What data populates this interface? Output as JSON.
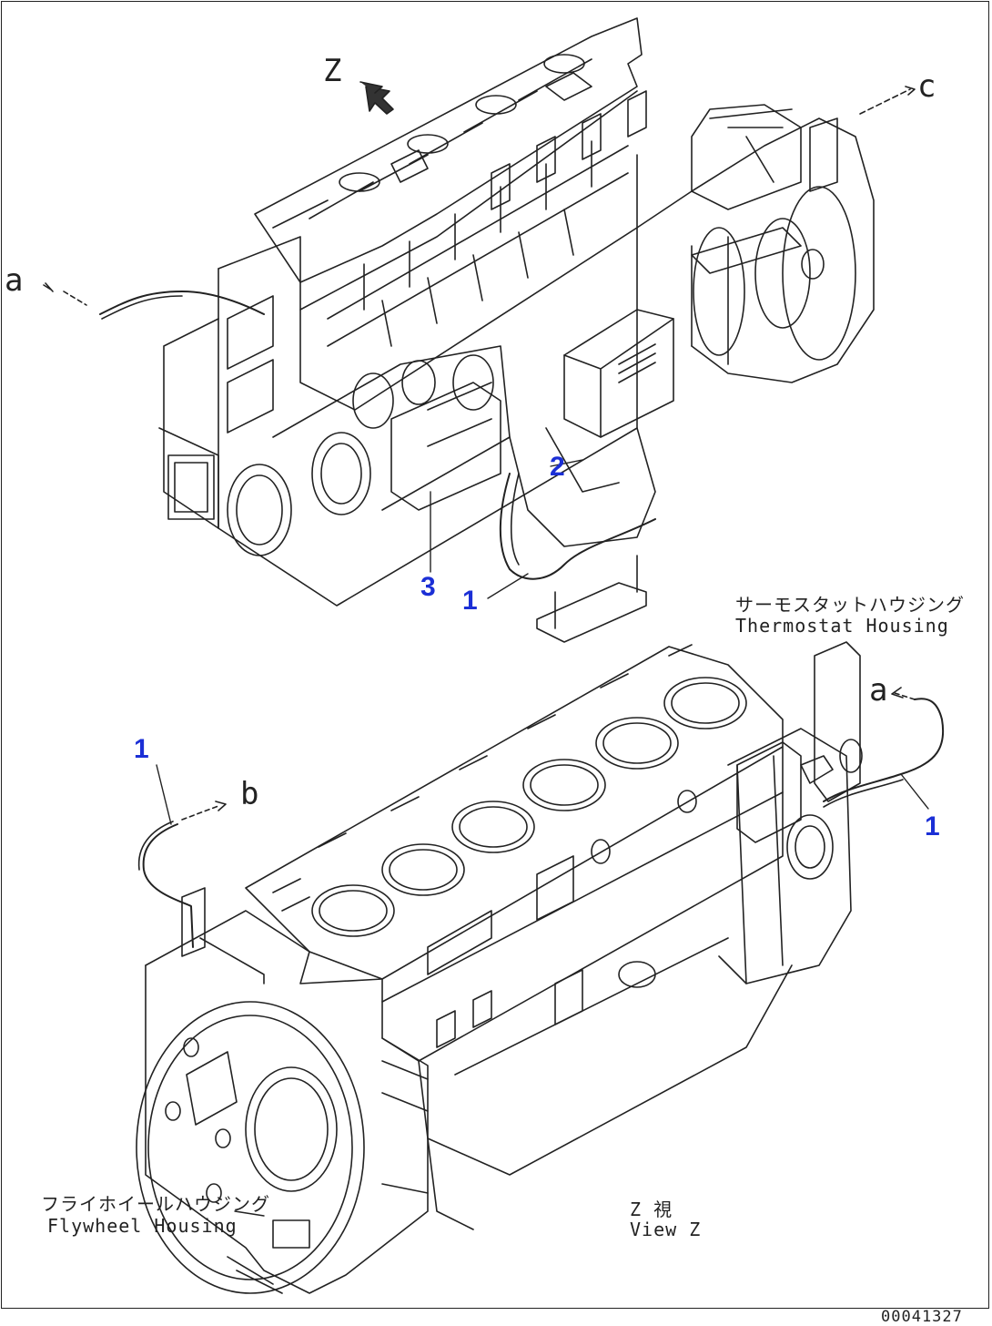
{
  "view_marker": "Z",
  "connection_labels": {
    "a_top": "a",
    "a_bottom": "a",
    "b_bottom": "b",
    "c_top": "c"
  },
  "callouts": {
    "c1_top": "1",
    "c2": "2",
    "c3": "3",
    "c1_left": "1",
    "c1_right": "1"
  },
  "labels": {
    "thermostat_jp": "サーモスタットハウジング",
    "thermostat_en": "Thermostat Housing",
    "flywheel_jp": "フライホイールハウジング",
    "flywheel_en": "Flywheel Housing",
    "view_jp": "Z 視",
    "view_en": "View Z"
  },
  "drawing_number": "00041327",
  "colors": {
    "callout": "#1b2fd6",
    "line": "#222222"
  }
}
